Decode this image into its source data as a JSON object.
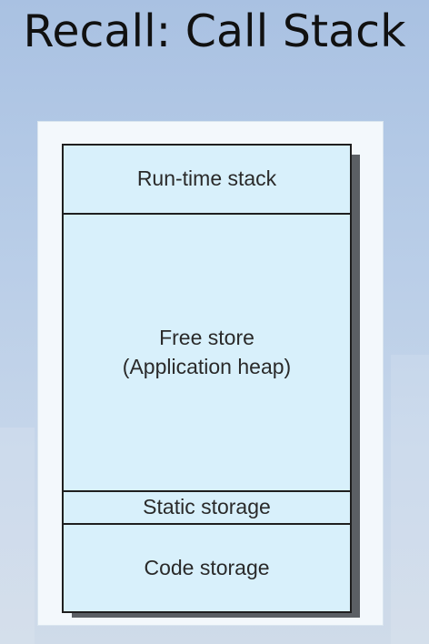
{
  "slide": {
    "title": "Recall: Call Stack"
  },
  "diagram": {
    "segments": [
      {
        "label": "Run-time stack"
      },
      {
        "label_line1": "Free store",
        "label_line2": "(Application heap)"
      },
      {
        "label": "Static storage"
      },
      {
        "label": "Code storage"
      }
    ]
  },
  "colors": {
    "segment_fill": "#d8f0fb",
    "border": "#1f1f1f",
    "shadow": "#5b5f64"
  }
}
